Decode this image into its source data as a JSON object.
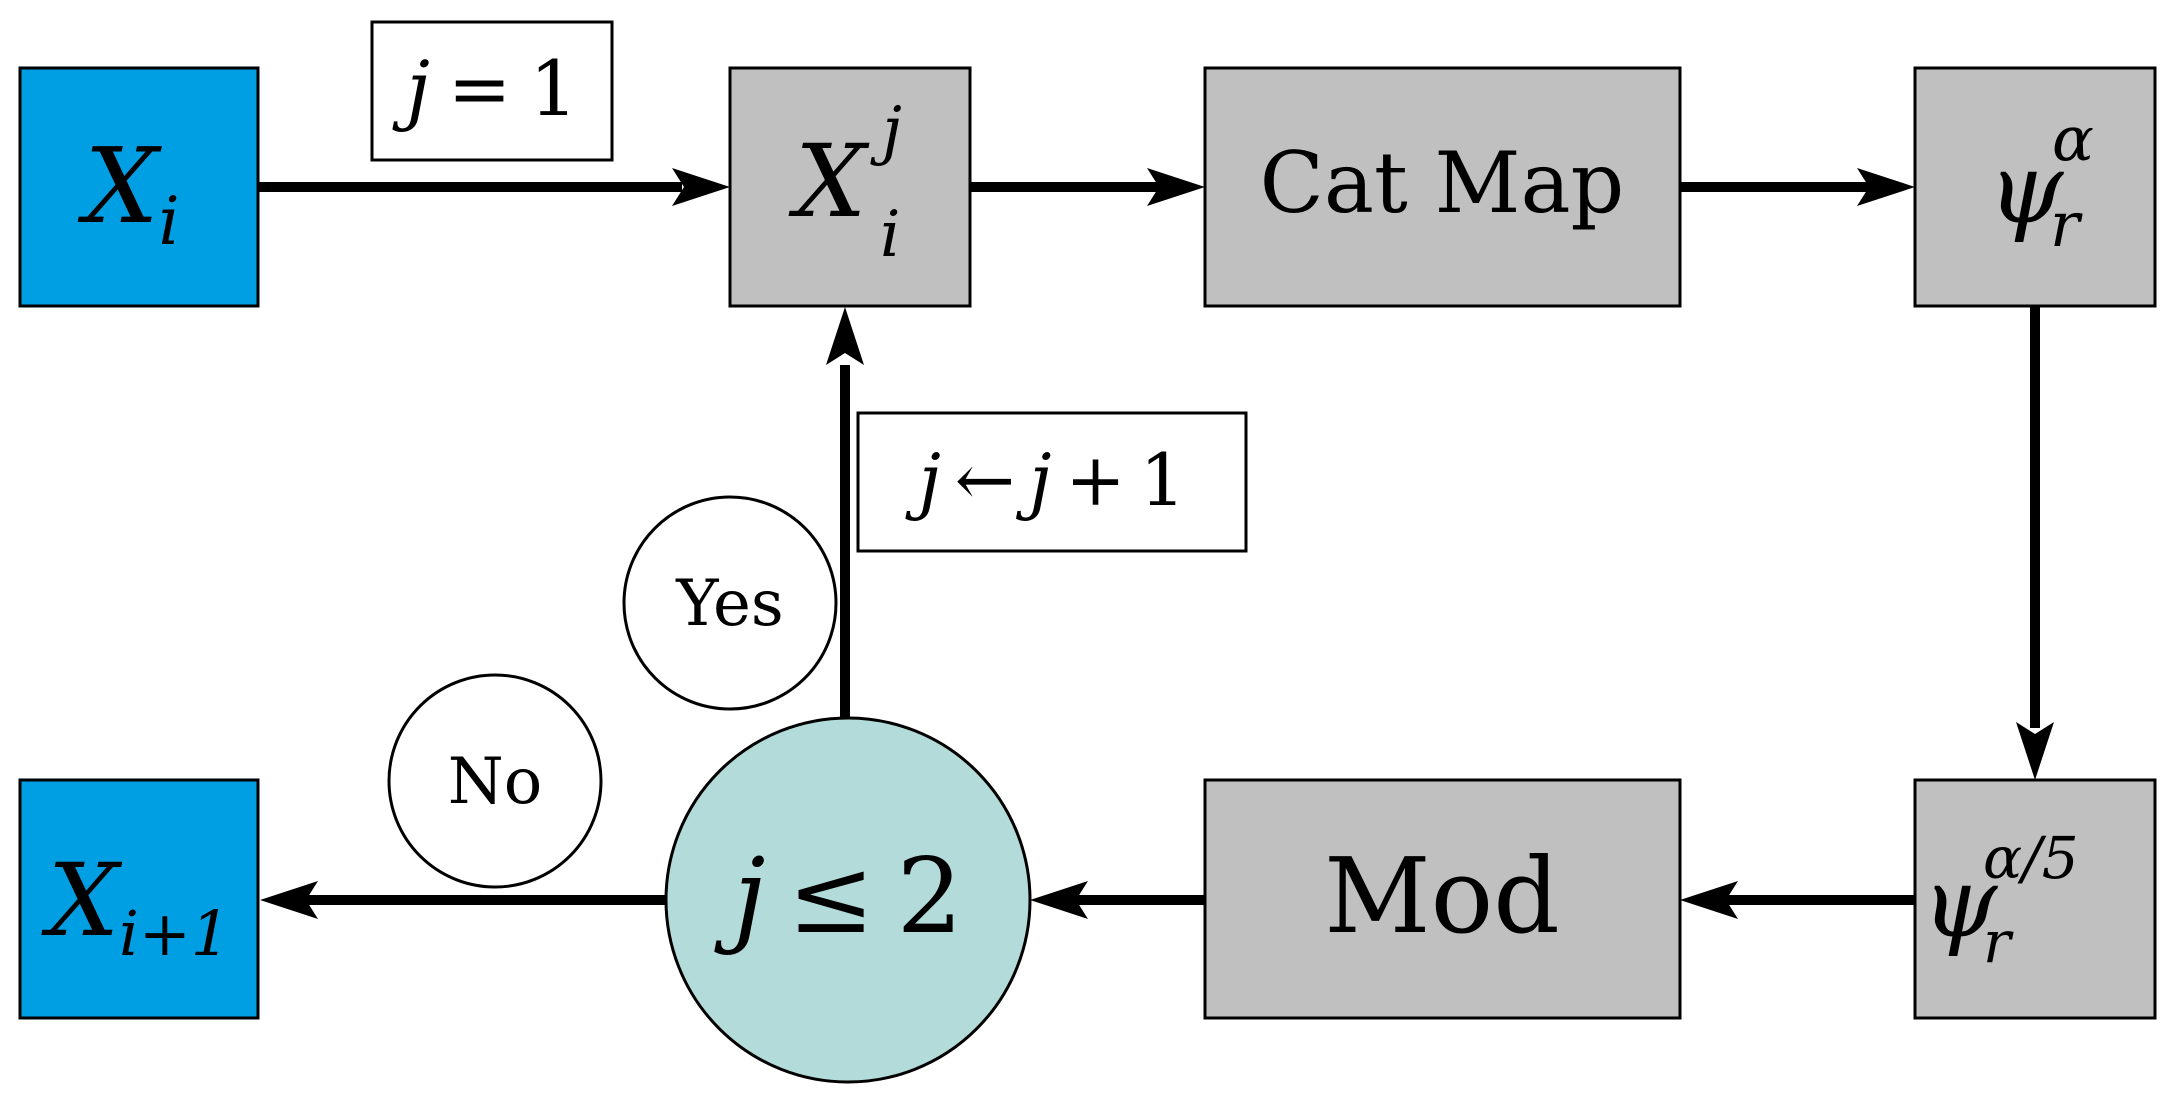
{
  "colors": {
    "input_output_fill": "#009fe3",
    "process_fill": "#c0c0c0",
    "decision_fill": "#b3dbd9",
    "annotation_fill": "#ffffff",
    "line": "#000000"
  },
  "nodes": {
    "input": {
      "base": "X",
      "sub": "i"
    },
    "current": {
      "base": "X",
      "sub": "i",
      "sup": "j"
    },
    "cat_map": {
      "label": "Cat Map"
    },
    "psi": {
      "base": "ψ",
      "sub": "r",
      "sup": "α"
    },
    "psi_root": {
      "base": "ψ",
      "sub": "r",
      "sup": "α/5"
    },
    "mod": {
      "label": "Mod"
    },
    "decision": {
      "var": "j",
      "op": "≤",
      "num": "2"
    },
    "output": {
      "base": "X",
      "sub": "i+1"
    }
  },
  "labels": {
    "init": {
      "var": "j",
      "eq": "=",
      "num": "1"
    },
    "increment": {
      "lhs": "j",
      "arrow": "←",
      "rhs": "j",
      "plus": "+",
      "num": "1"
    },
    "yes": "Yes",
    "no": "No"
  },
  "icons": {
    "arrowhead": "triangle-arrowhead-icon"
  }
}
